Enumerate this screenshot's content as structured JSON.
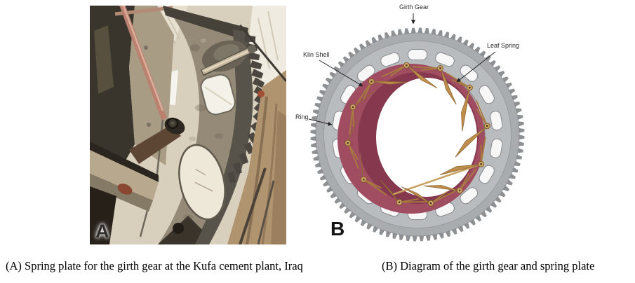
{
  "figure": {
    "panel_a": {
      "letter": "A",
      "caption": "(A) Spring plate for the girth gear at the Kufa cement plant, Iraq"
    },
    "panel_b": {
      "letter": "B",
      "caption": "(B) Diagram of the girth gear and spring plate",
      "labels": {
        "girth_gear": "Girth Gear",
        "klin_shell": "Klin Shell",
        "leaf_spring": "Leaf Spring",
        "ring": "Ring"
      },
      "colors": {
        "gear_outer_band": "#a9acae",
        "gear_slot_band": "#b9bcbe",
        "teeth_gray": "#8e9194",
        "slot_white": "#f7f7f7",
        "slot_stroke": "#84878c",
        "rim_stroke": "#8b8e91",
        "rim_blue": "#6a72c4",
        "shell_maroon": "#a04c61",
        "shell_dark": "#86394e",
        "spring_tan": "#bf8e4d",
        "spring_dark": "#8f6a33",
        "pivot_tan": "#d3a868",
        "annotation": "#222222"
      }
    }
  }
}
